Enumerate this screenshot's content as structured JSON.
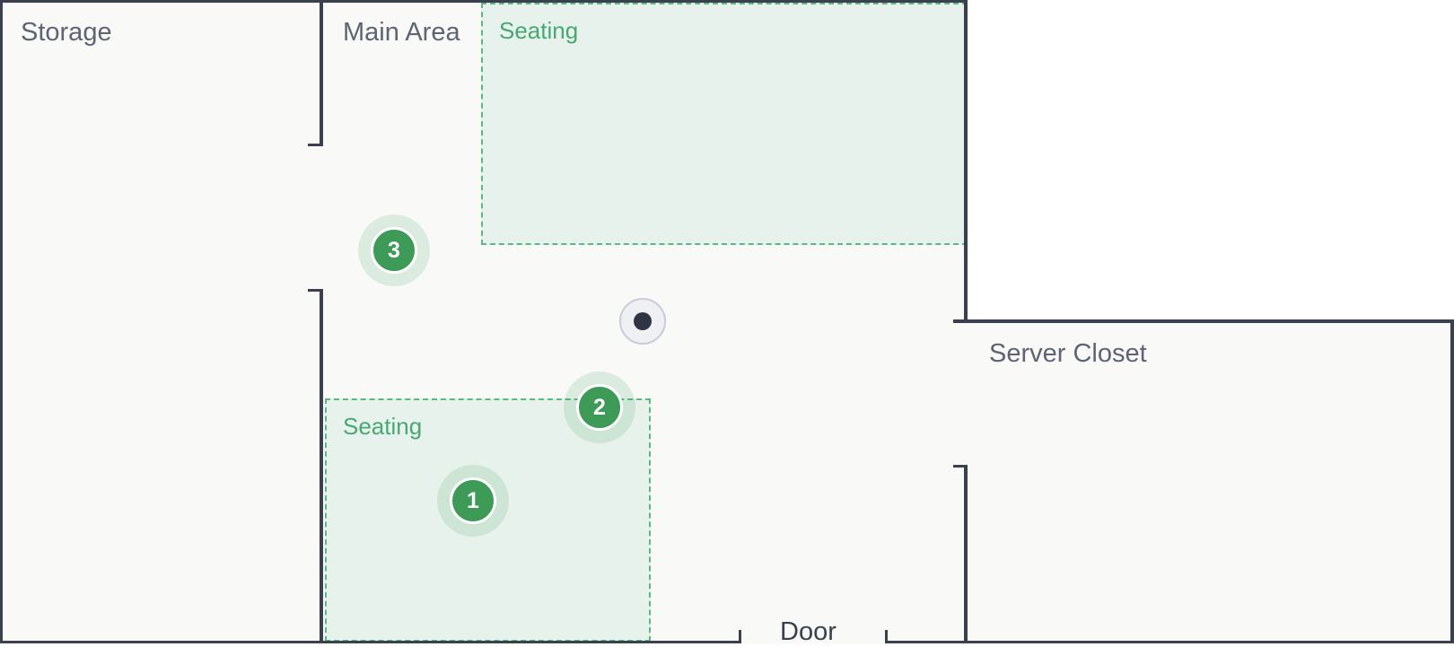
{
  "rooms": {
    "storage": "Storage",
    "main_area": "Main Area",
    "server_closet": "Server Closet"
  },
  "zones": {
    "seating_top": "Seating",
    "seating_bottom": "Seating"
  },
  "door_label": "Door",
  "markers": [
    "1",
    "2",
    "3"
  ],
  "icons": {
    "current_location": "current-location-icon"
  },
  "colors": {
    "wall": "#3a404d",
    "floor": "#f9f9f8",
    "zone_fill": "#e7f2ec",
    "zone_border": "#58b982",
    "zone_label": "#48a873",
    "marker": "#3d9a57",
    "room_label": "#5d6472"
  }
}
